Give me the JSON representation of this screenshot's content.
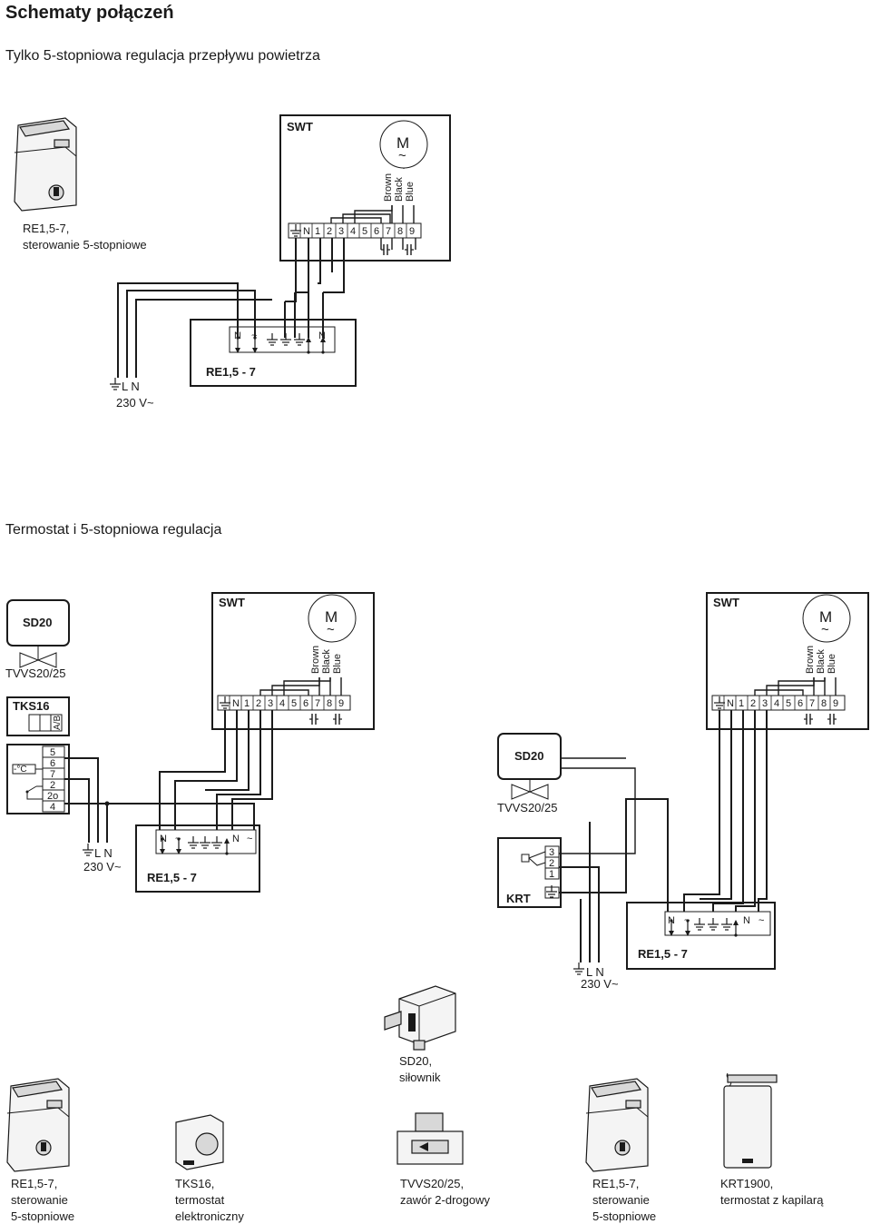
{
  "header": {
    "title": "Schematy połączeń",
    "section1": "Tylko 5-stopniowa regulacja przepływu powietrza",
    "section2": "Termostat i 5-stopniowa regulacja"
  },
  "labels": {
    "swt": "SWT",
    "re": "RE1,5 - 7",
    "sd20": "SD20",
    "tvvs": "TVVS20/25",
    "tks16": "TKS16",
    "krt": "KRT",
    "motor": "M",
    "tilde": "~",
    "mains_lines": "L N",
    "mains_voltage": "230 V~",
    "ab": "A/B",
    "tks_terms": [
      "5",
      "6",
      "7",
      "2",
      "2o",
      "4"
    ],
    "tks_sensor": "-°C",
    "krt_terms": [
      "3",
      "2",
      "1"
    ],
    "wires": [
      "Brown",
      "Black",
      "Blue"
    ],
    "swt_terms": [
      "N",
      "1",
      "2",
      "3",
      "4",
      "5",
      "6",
      "7",
      "8",
      "9"
    ],
    "re_terms": [
      "N",
      "~",
      "N"
    ],
    "re_terms_b": [
      "N",
      "~",
      "N",
      "~"
    ]
  },
  "captions": {
    "re_top": [
      "RE1,5-7,",
      "sterowanie 5-stopniowe"
    ],
    "sd20_actuator": [
      "SD20,",
      "siłownik"
    ],
    "bottom": [
      [
        "RE1,5-7,",
        "sterowanie",
        "5-stopniowe"
      ],
      [
        "TKS16,",
        "termostat",
        "elektroniczny"
      ],
      [
        "TVVS20/25,",
        "zawór 2-drogowy"
      ],
      [
        "RE1,5-7,",
        "sterowanie",
        "5-stopniowe"
      ],
      [
        "KRT1900,",
        "termostat z kapilarą"
      ]
    ]
  },
  "icons": {
    "ground": "ground-icon",
    "motor": "motor-icon",
    "valve": "valve-icon",
    "capacitor": "capacitor-icon",
    "arrow": "arrow-icon"
  }
}
